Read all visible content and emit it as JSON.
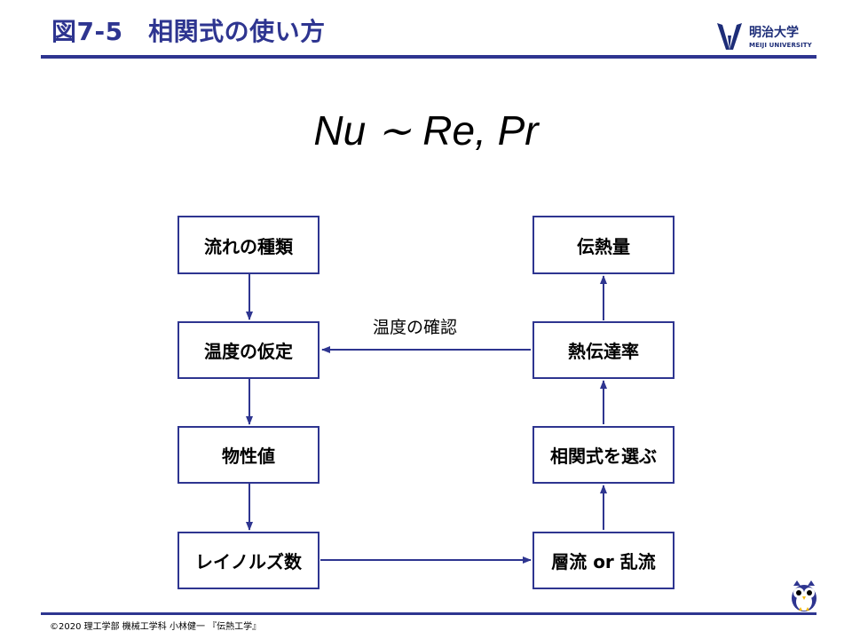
{
  "slide": {
    "title": "図7-5　相関式の使い方",
    "formula": "Nu ∼ Re, Pr",
    "footer": "©2020 理工学部 機械工学科 小林健一 『伝熱工学』"
  },
  "logo": {
    "name": "明治大学",
    "name_en": "MEIJI UNIVERSITY"
  },
  "flow": {
    "left": [
      "流れの種類",
      "温度の仮定",
      "物性値",
      "レイノルズ数"
    ],
    "right": [
      "伝熱量",
      "熱伝達率",
      "相関式を選ぶ",
      "層流 or 乱流"
    ],
    "feedback_label": "温度の確認"
  },
  "colors": {
    "accent": "#2e3590",
    "text": "#000000"
  }
}
